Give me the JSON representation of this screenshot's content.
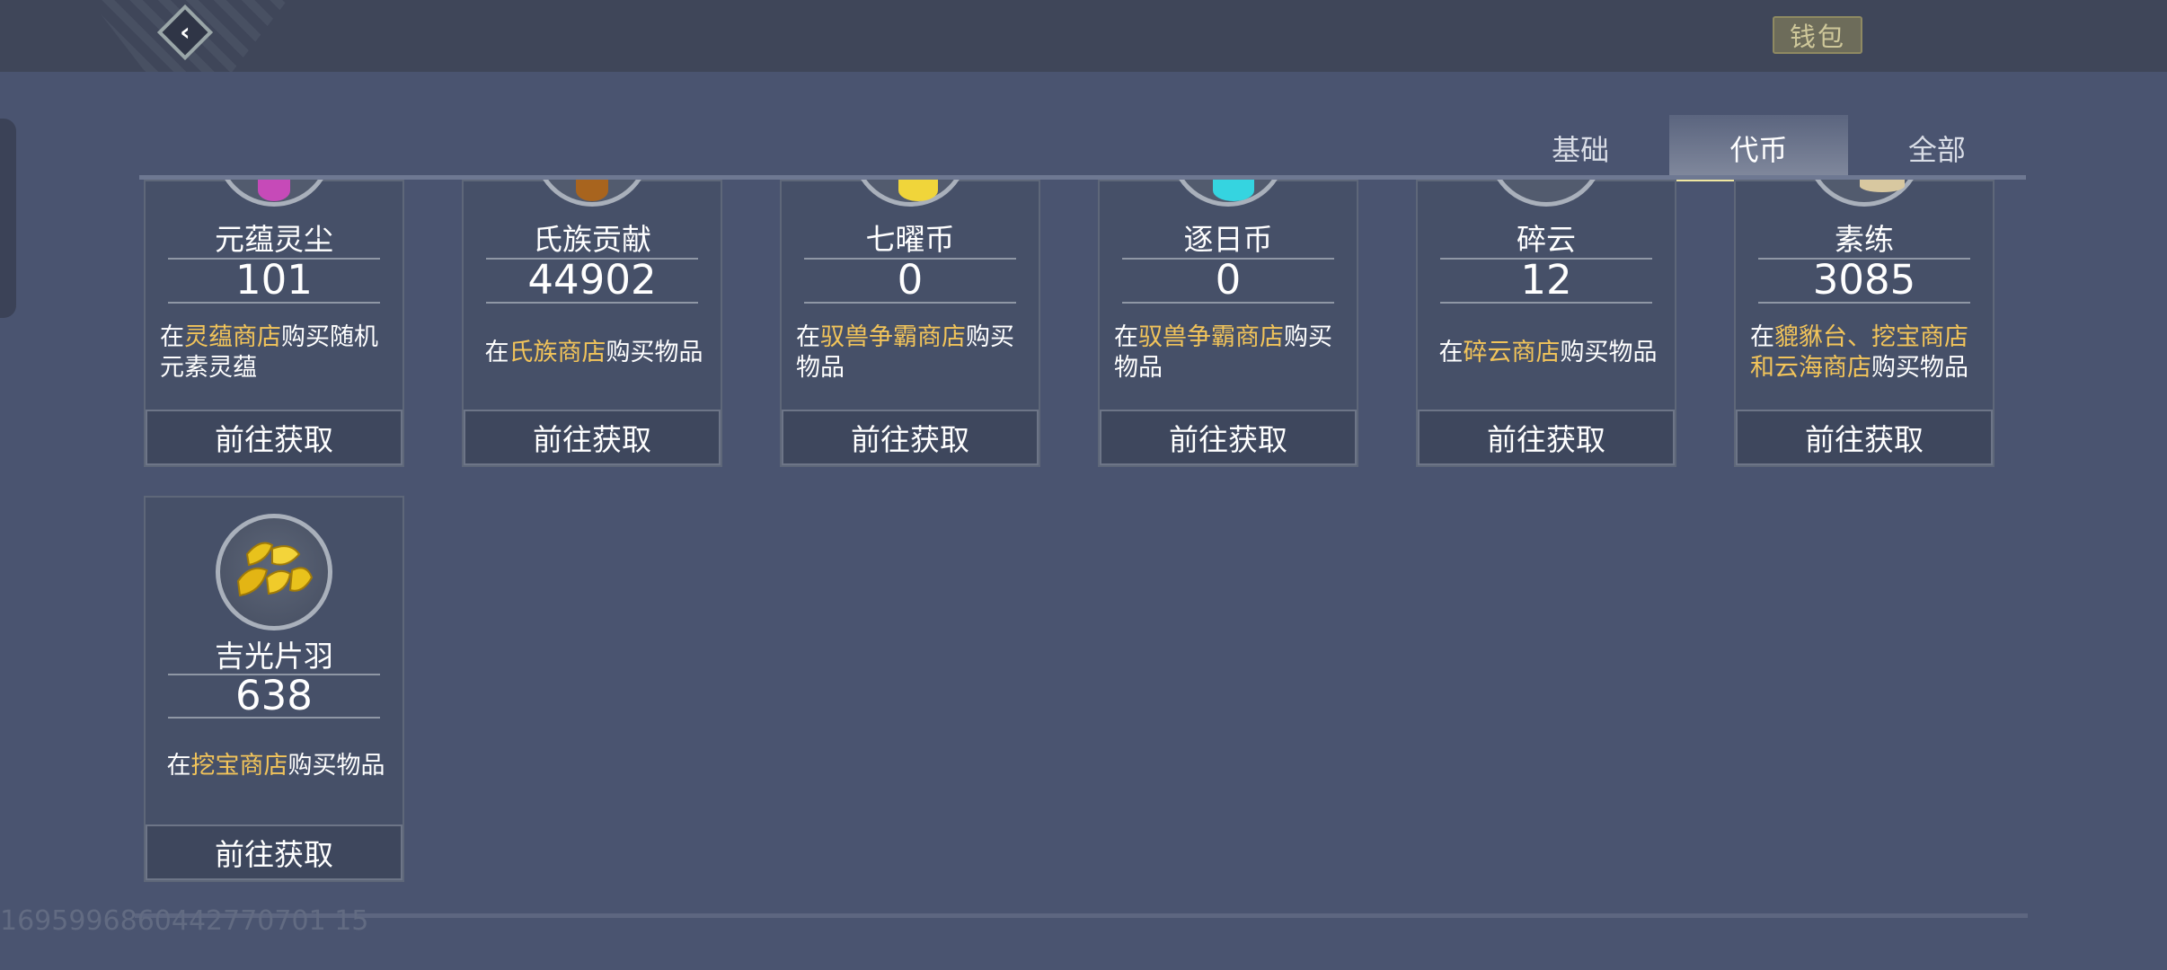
{
  "header": {
    "wallet_label": "钱包"
  },
  "tabs": [
    {
      "label": "基础",
      "active": false
    },
    {
      "label": "代币",
      "active": true
    },
    {
      "label": "全部",
      "active": false
    }
  ],
  "currencies": [
    {
      "name": "元蕴灵尘",
      "value": "101",
      "desc_pre": "在",
      "desc_hl": "灵蕴商店",
      "desc_post": "购买随机元素灵蕴",
      "button": "前往获取",
      "icon": "spirit-dust-icon",
      "color": "#c64ab8"
    },
    {
      "name": "氏族贡献",
      "value": "44902",
      "desc_pre": "在",
      "desc_hl": "氏族商店",
      "desc_post": "购买物品",
      "button": "前往获取",
      "icon": "clan-contribution-icon",
      "color": "#a8641e"
    },
    {
      "name": "七曜币",
      "value": "0",
      "desc_pre": "在",
      "desc_hl": "驭兽争霸商店",
      "desc_post": "购买物品",
      "button": "前往获取",
      "icon": "seven-star-coin-icon",
      "color": "#f0d53a"
    },
    {
      "name": "逐日币",
      "value": "0",
      "desc_pre": "在",
      "desc_hl": "驭兽争霸商店",
      "desc_post": "购买物品",
      "button": "前往获取",
      "icon": "sun-chaser-coin-icon",
      "color": "#35d4e0"
    },
    {
      "name": "碎云",
      "value": "12",
      "desc_pre": "在",
      "desc_hl": "碎云商店",
      "desc_post": "购买物品",
      "button": "前往获取",
      "icon": "broken-cloud-icon",
      "color": "#b7bcc6"
    },
    {
      "name": "素练",
      "value": "3085",
      "desc_pre": "在",
      "desc_hl": "貔貅台、挖宝商店和云海商店",
      "desc_post": "购买物品",
      "button": "前往获取",
      "icon": "plain-silk-icon",
      "color": "#d8c8a0"
    },
    {
      "name": "吉光片羽",
      "value": "638",
      "desc_pre": "在",
      "desc_hl": "挖宝商店",
      "desc_post": "购买物品",
      "button": "前往获取",
      "icon": "golden-feather-icon",
      "color": "#e8c21c"
    }
  ],
  "footer": {
    "uid": "1695996860442770701 15"
  }
}
